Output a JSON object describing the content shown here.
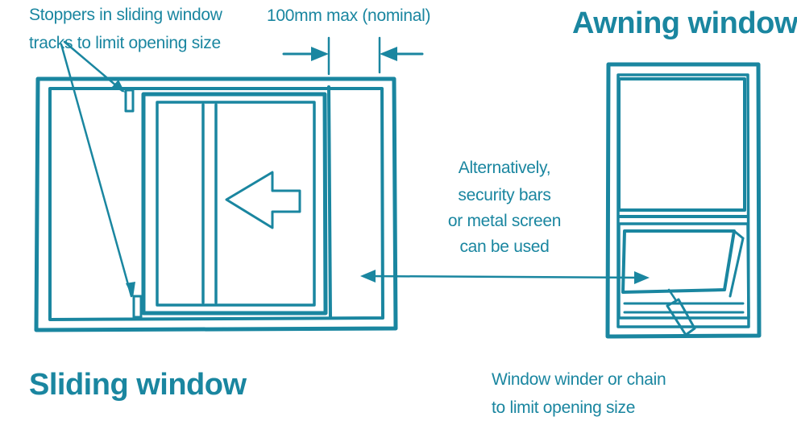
{
  "labels": {
    "stoppers_line1": "Stoppers in sliding window",
    "stoppers_line2": "tracks to limit opening size",
    "max_opening": "100mm max (nominal)",
    "alt_line1": "Alternatively,",
    "alt_line2": "security bars",
    "alt_line3": "or metal screen",
    "alt_line4": "can be used",
    "winder_line1": "Window winder or chain",
    "winder_line2": "to limit opening size"
  },
  "titles": {
    "awning": "Awning window",
    "sliding": "Sliding window"
  },
  "colors": {
    "primary": "#1a86a0",
    "background": "#ffffff"
  }
}
